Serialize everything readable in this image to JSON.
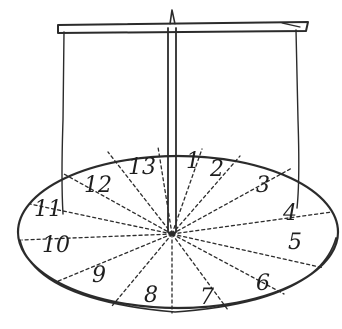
{
  "diagram": {
    "sector_numbers": [
      "1",
      "2",
      "3",
      "4",
      "5",
      "6",
      "7",
      "8",
      "9",
      "10",
      "11",
      "12",
      "13"
    ]
  }
}
